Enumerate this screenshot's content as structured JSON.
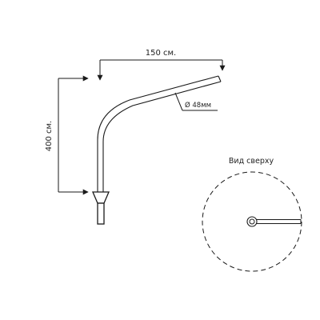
{
  "labels": {
    "width": "150 см.",
    "height": "400 см.",
    "diameter": "Ø 48мм",
    "top_view": "Вид сверху"
  },
  "colors": {
    "line": "#1a1a1a",
    "text": "#222222"
  }
}
